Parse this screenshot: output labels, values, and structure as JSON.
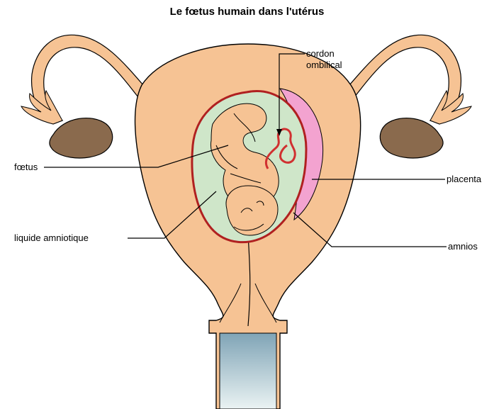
{
  "diagram": {
    "title": "Le fœtus humain dans l'utérus",
    "labels": {
      "cordon_line1": "cordon",
      "cordon_line2": "ombilical",
      "placenta": "placenta",
      "foetus": "fœtus",
      "liquide": "liquide amniotique",
      "amnios": "amnios"
    }
  },
  "colors": {
    "uterus": "#f6c394",
    "uterus_outline": "#000000",
    "amniotic_fluid": "#cfe6c9",
    "amnion_membrane": "#b02020",
    "placenta": "#f3a3d0",
    "foetus_skin": "#f6c394",
    "ovary": "#8a6a4d",
    "vagina_gradient_top": "#7fa4b6",
    "vagina_gradient_bottom": "#eaf3f3",
    "cord": "#d03030"
  }
}
